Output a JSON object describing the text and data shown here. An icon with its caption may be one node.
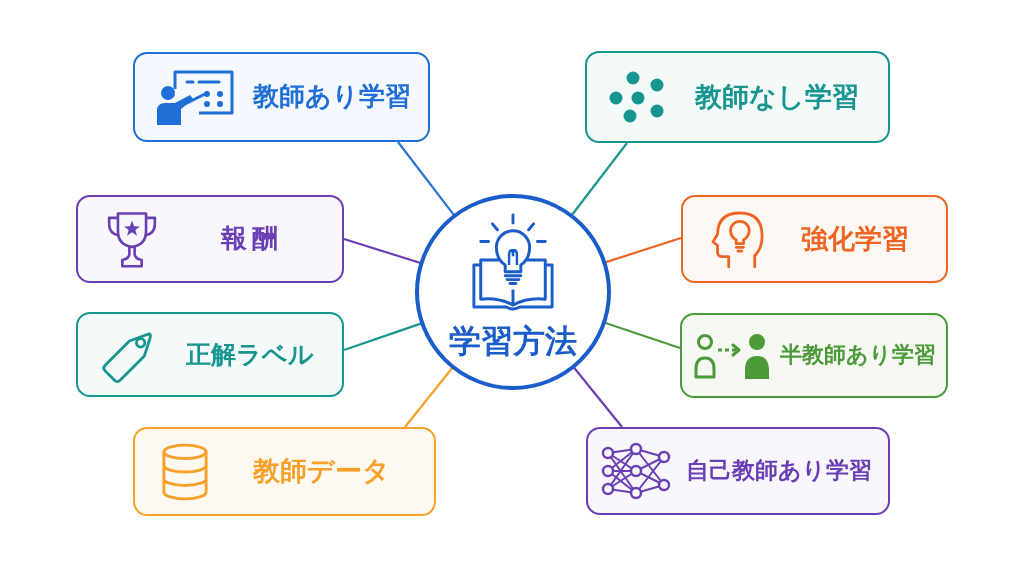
{
  "diagram": {
    "nodes": [
      {
        "text": [
          "教師あり学習"
        ]
      },
      {
        "text": [
          "教師なし学習"
        ]
      },
      {
        "text": [
          "報酬"
        ]
      },
      {
        "text": [
          "学習方法"
        ]
      },
      {
        "text": [
          "強化学習"
        ]
      },
      {
        "text": [
          "正解ラベル"
        ]
      },
      {
        "text": [
          "半教師あり学習"
        ]
      },
      {
        "text": [
          "教師データ"
        ]
      },
      {
        "text": [
          "自己教師あり学習"
        ]
      }
    ],
    "edges": [
      {
        "from": 3,
        "to": 0,
        "arrow": "none",
        "color": "#2a74d6"
      },
      {
        "from": 3,
        "to": 1,
        "arrow": "none",
        "color": "#17958f"
      },
      {
        "from": 3,
        "to": 2,
        "arrow": "none",
        "color": "#6b3fb4"
      },
      {
        "from": 3,
        "to": 4,
        "arrow": "none",
        "color": "#f06423"
      },
      {
        "from": 3,
        "to": 5,
        "arrow": "none",
        "color": "#17958f"
      },
      {
        "from": 3,
        "to": 6,
        "arrow": "none",
        "color": "#4c9a3a"
      },
      {
        "from": 3,
        "to": 7,
        "arrow": "none",
        "color": "#f7a12a"
      },
      {
        "from": 3,
        "to": 8,
        "arrow": "none",
        "color": "#6b3fb4"
      }
    ]
  }
}
